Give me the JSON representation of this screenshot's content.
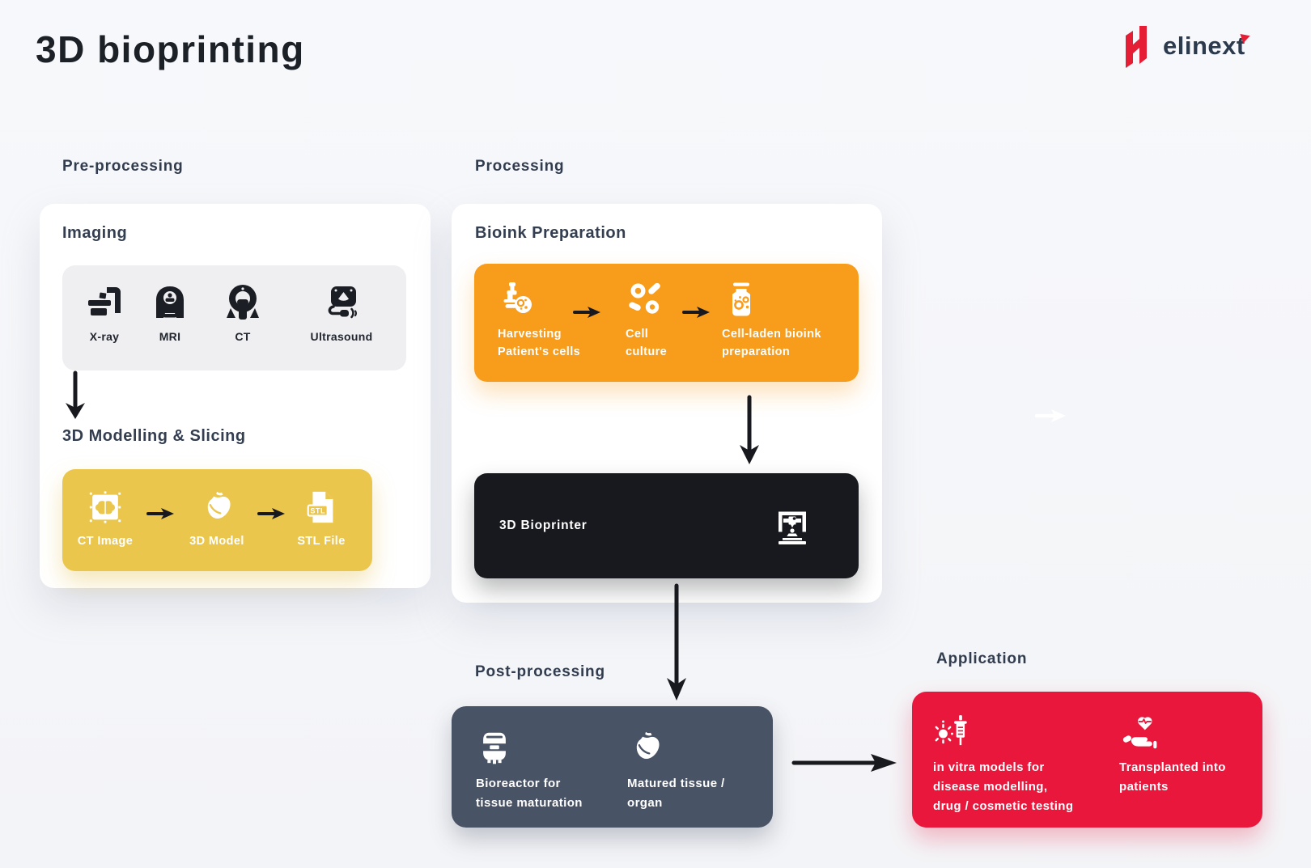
{
  "header": {
    "title": "3D bioprinting",
    "logo_text": "elinext"
  },
  "palette": {
    "background": "#f4f5f8",
    "yellow": "#ebc64d",
    "orange": "#f89c1c",
    "black": "#17191e",
    "slate": "#495366",
    "red": "#e9173c",
    "heading_text": "#313c4e",
    "arrow": "#17191f",
    "logo_red": "#e61e35"
  },
  "sections": {
    "pre_processing": {
      "label": "Pre-processing",
      "imaging": {
        "heading": "Imaging",
        "steps": [
          {
            "label": "X-ray",
            "icon": "xray-machine-icon"
          },
          {
            "label": "MRI",
            "icon": "mri-machine-icon"
          },
          {
            "label": "CT",
            "icon": "ct-machine-icon"
          },
          {
            "label": "Ultrasound",
            "icon": "ultrasound-probe-icon"
          }
        ]
      },
      "modelling": {
        "heading": "3D Modelling & Slicing",
        "steps": [
          {
            "label": "CT Image",
            "icon": "ct-image-icon"
          },
          {
            "label": "3D Model",
            "icon": "heart-model-icon"
          },
          {
            "label": "STL File",
            "icon": "stl-file-icon",
            "badge": "STL"
          }
        ]
      }
    },
    "processing": {
      "label": "Processing",
      "bioink": {
        "heading": "Bioink Preparation",
        "steps": [
          {
            "lines": [
              "Harvesting",
              "Patient's cells"
            ],
            "icon": "microscope-cells-icon"
          },
          {
            "lines": [
              "Cell",
              "culture"
            ],
            "icon": "cell-culture-icon"
          },
          {
            "lines": [
              "Cell-laden bioink",
              "preparation"
            ],
            "icon": "bioink-container-icon"
          }
        ]
      },
      "bioprinter": {
        "label": "3D Bioprinter",
        "icon": "printer-3d-icon"
      }
    },
    "post_processing": {
      "label": "Post-processing",
      "steps": [
        {
          "lines": [
            "Bioreactor for",
            "tissue maturation"
          ],
          "icon": "bioreactor-icon"
        },
        {
          "lines": [
            "Matured tissue /",
            "organ"
          ],
          "icon": "matured-organ-icon"
        }
      ]
    },
    "application": {
      "label": "Application",
      "steps": [
        {
          "lines": [
            "in vitra models for",
            "disease modelling,",
            "drug / cosmetic testing"
          ],
          "icon": "virus-syringe-icon"
        },
        {
          "lines": [
            "Transplanted into",
            "patients"
          ],
          "icon": "heart-in-hand-icon"
        }
      ]
    }
  }
}
